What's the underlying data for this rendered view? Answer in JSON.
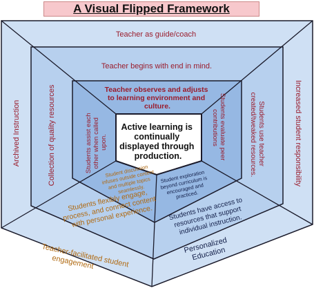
{
  "title": "A Visual Flipped Framework",
  "colors": {
    "outer_ring": "#cfe0f4",
    "middle_ring": "#b7d0ee",
    "inner_ring": "#96b8e3",
    "core": "#ffffff",
    "line": "#1a1a2a",
    "dark_red": "#9a1c2c",
    "orange_text": "#b06a12",
    "navy_text": "#14204a"
  },
  "outer_ring": {
    "top": "Teacher as guide/coach",
    "left": "Archived Instruction",
    "right": "Increased student responsibility",
    "bottom_left": [
      "Teacher-facilitated student",
      "engagement"
    ],
    "bottom_right": [
      "Personalized",
      "Education"
    ]
  },
  "middle_ring": {
    "top": "Teacher begins with end in mind.",
    "left": "Collection of quality resources",
    "right": [
      "Students use teacher",
      "created/tweaked resources."
    ],
    "bottom_left": [
      "Students flexibly engage,",
      "process, and connect content",
      "with personal experience."
    ],
    "bottom_right": [
      "Students have access to",
      "resources that support",
      "individual instruction."
    ]
  },
  "inner_ring": {
    "top": [
      "Teacher observes and adjusts",
      "to learning environment and",
      "culture."
    ],
    "left": [
      "Students assist each",
      "other when called",
      "upon."
    ],
    "right": [
      "Students evaluate peer",
      "contributions"
    ],
    "bottom_left": [
      "Student discussion",
      "infuses outside content",
      "and multiple topics",
      "seamlessly."
    ],
    "bottom_right": [
      "Student exploration",
      "beyond curriculum is",
      "encouraged and",
      "practiced."
    ]
  },
  "core": [
    "Active learning is",
    "continually",
    "displayed through",
    "production."
  ]
}
